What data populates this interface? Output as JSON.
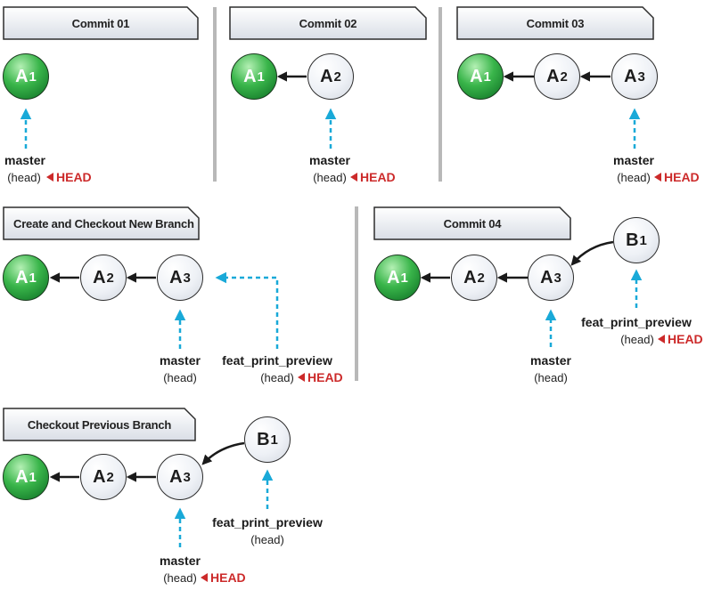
{
  "panels": {
    "commit01": {
      "title": "Commit 01"
    },
    "commit02": {
      "title": "Commit 02"
    },
    "commit03": {
      "title": "Commit 03"
    },
    "create": {
      "title": "Create and Checkout New Branch"
    },
    "commit04": {
      "title": "Commit 04"
    },
    "previous": {
      "title": "Checkout Previous Branch"
    }
  },
  "labels": {
    "master": "master",
    "head_paren": "(head)",
    "HEAD": "HEAD",
    "feature": "feat_print_preview"
  },
  "commits": {
    "A1": {
      "letter": "A",
      "index": "1"
    },
    "A2": {
      "letter": "A",
      "index": "2"
    },
    "A3": {
      "letter": "A",
      "index": "3"
    },
    "B1": {
      "letter": "B",
      "index": "1"
    }
  },
  "colors": {
    "head_red": "#cc2a2a",
    "pointer_cyan": "#19a9d8",
    "initial_commit_green": "#39b54a",
    "separator_gray": "#b8b8b8"
  }
}
